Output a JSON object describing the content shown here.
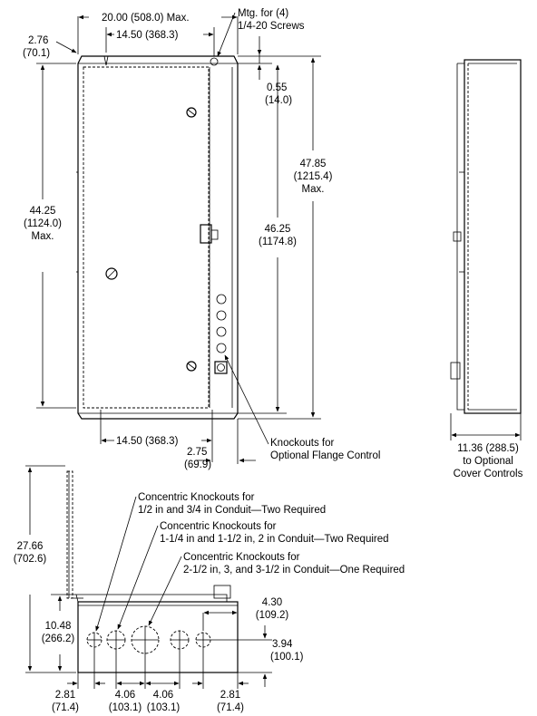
{
  "front_view": {
    "width_max": "20.00 (508.0) Max.",
    "mtg_note_line1": "Mtg. for (4)",
    "mtg_note_line2": "1/4-20 Screws",
    "mtg_spacing_top": "14.50 (368.3)",
    "left_offset_in": "2.76",
    "left_offset_mm": "(70.1)",
    "top_offset_in": "0.55",
    "top_offset_mm": "(14.0)",
    "height_max_in": "44.25",
    "height_max_mm": "(1124.0)",
    "height_max_suffix": "Max.",
    "mtg_height_in": "46.25",
    "mtg_height_mm": "(1174.8)",
    "overall_height_in": "47.85",
    "overall_height_mm": "(1215.4)",
    "overall_height_suffix": "Max.",
    "mtg_spacing_bottom": "14.50 (368.3)",
    "right_offset_in": "2.75",
    "right_offset_mm": "(69.9)",
    "knockouts_note_line1": "Knockouts for",
    "knockouts_note_line2": "Optional Flange Control"
  },
  "side_view": {
    "depth_line1": "11.36 (288.5)",
    "depth_line2": "to Optional",
    "depth_line3": "Cover Controls"
  },
  "bottom_view": {
    "note1_line1": "Concentric Knockouts for",
    "note1_line2": "1/2 in and 3/4 in Conduit—Two Required",
    "note2_line1": "Concentric Knockouts for",
    "note2_line2": "1-1/4 in and 1-1/2 in, 2 in Conduit—Two Required",
    "note3_line1": "Concentric Knockouts for",
    "note3_line2": "2-1/2 in, 3, and 3-1/2 in Conduit—One Required",
    "door_swing_in": "27.66",
    "door_swing_mm": "(702.6)",
    "depth_in": "10.48",
    "depth_mm": "(266.2)",
    "right_edge_in": "4.30",
    "right_edge_mm": "(109.2)",
    "ko_height_in": "3.94",
    "ko_height_mm": "(100.1)",
    "dim_a_in": "2.81",
    "dim_a_mm": "(71.4)",
    "dim_b_in": "4.06",
    "dim_b_mm": "(103.1)",
    "dim_c_in": "4.06",
    "dim_c_mm": "(103.1)",
    "dim_d_in": "2.81",
    "dim_d_mm": "(71.4)"
  }
}
